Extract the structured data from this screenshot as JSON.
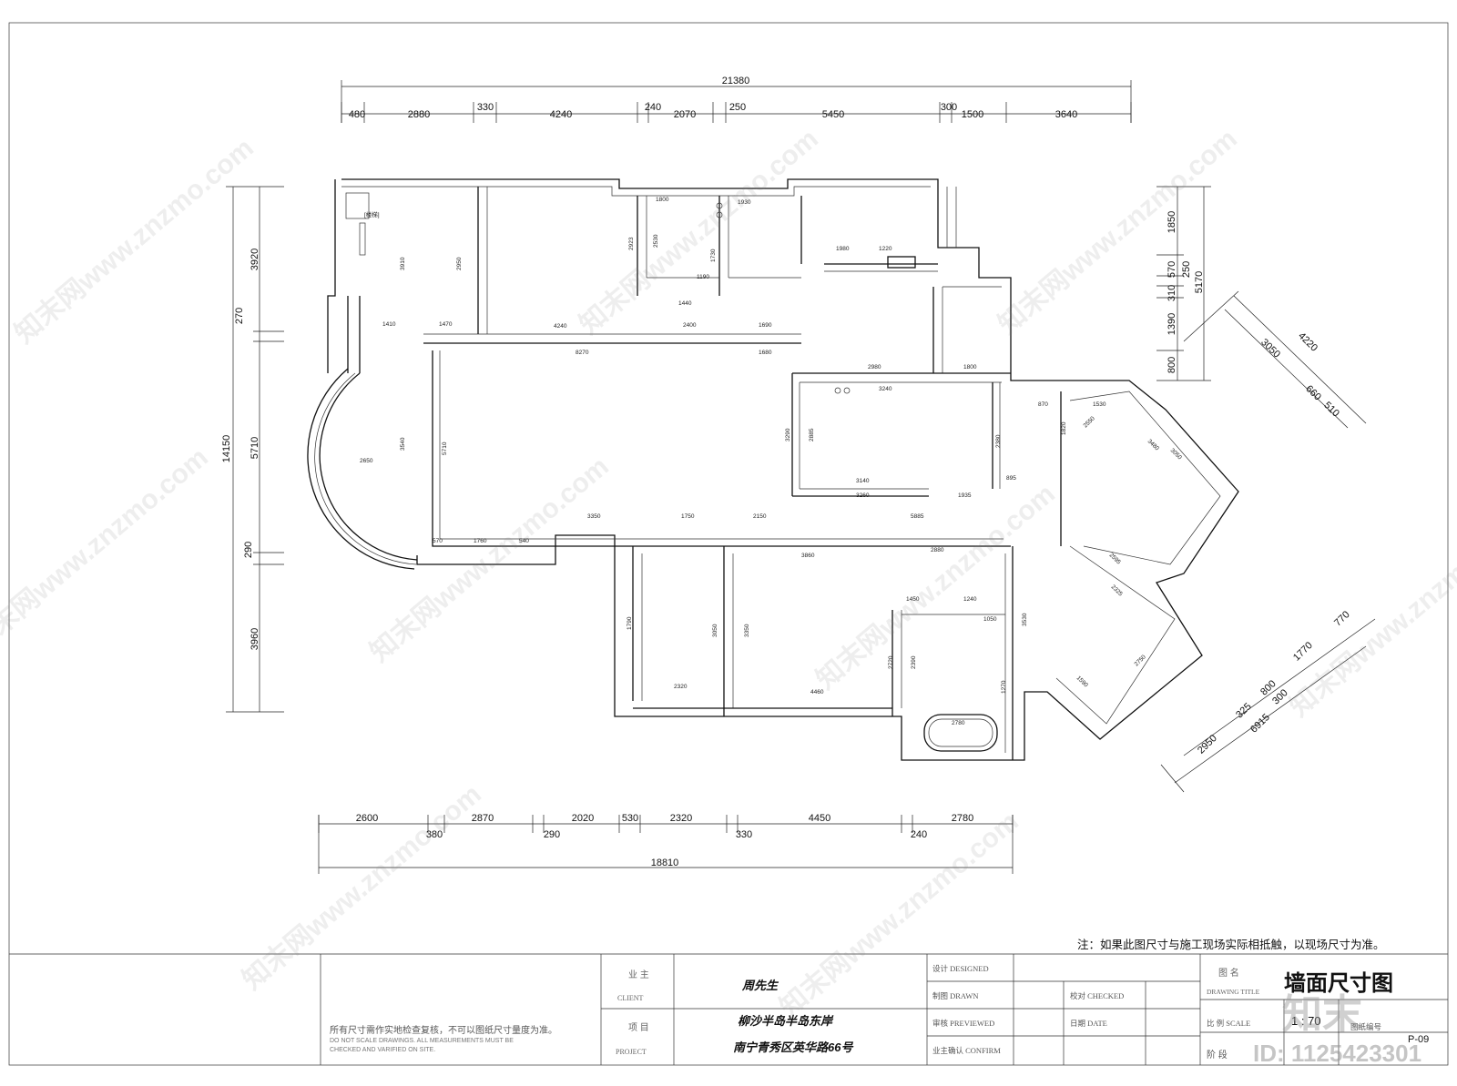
{
  "plan": {
    "top_total": "21380",
    "top_segments": [
      "480",
      "2880",
      "330",
      "4240",
      "240",
      "2070",
      "250",
      "5450",
      "300",
      "1500",
      "3640"
    ],
    "bottom_total": "18810",
    "bottom_segments_upper": [
      "2600",
      "2870",
      "2020",
      "530",
      "2320",
      "4450",
      "2780"
    ],
    "bottom_segments_lower": [
      "380",
      "290",
      "330",
      "240"
    ],
    "left_total": "14150",
    "left_segments": [
      "3920",
      "270",
      "5710",
      "290",
      "3960"
    ],
    "right_total": "5170",
    "right_segments": [
      "1850",
      "570",
      "250",
      "310",
      "1390",
      "800"
    ],
    "diag_upper": [
      "3050",
      "4220",
      "660",
      "510"
    ],
    "diag_lower": [
      "770",
      "1770",
      "800",
      "300",
      "325",
      "2950",
      "6915"
    ],
    "room_dims": [
      "1800",
      "1930",
      "1980",
      "1220",
      "2923",
      "2530",
      "1730",
      "1190",
      "1440",
      "2400",
      "1690",
      "1680",
      "8270",
      "4240",
      "1410",
      "1470",
      "2950",
      "3910",
      "2650",
      "3540",
      "5710",
      "3350",
      "1750",
      "2150",
      "5885",
      "1760",
      "570",
      "540",
      "2980",
      "1800",
      "3240",
      "3140",
      "3260",
      "1935",
      "895",
      "3290",
      "2885",
      "2380",
      "870",
      "1530",
      "3480",
      "3050",
      "2550",
      "1820",
      "3860",
      "2880",
      "1450",
      "1240",
      "1050",
      "2720",
      "2390",
      "2320",
      "4460",
      "3050",
      "3350",
      "1790",
      "2780",
      "2595",
      "2325",
      "2750",
      "1590",
      "3530",
      "1270"
    ],
    "stair_label": "[楼梯]"
  },
  "title_block": {
    "note": "注：如果此图尺寸与施工现场实际相抵触，以现场尺寸为准。",
    "left_note_cn": "所有尺寸需作实地检查复核，不可以图纸尺寸量度为准。",
    "left_note_en1": "DO NOT SCALE DRAWINGS. ALL MEASUREMENTS MUST BE",
    "left_note_en2": "CHECKED AND VARIFIED ON SITE.",
    "client_cn": "业 主",
    "client_en": "CLIENT",
    "client_value": "周先生",
    "project_cn": "项 目",
    "project_en": "PROJECT",
    "project_value_1": "柳沙半岛半岛东岸",
    "project_value_2": "南宁青秀区英华路66号",
    "designed": "设计 DESIGNED",
    "drawn": "制图 DRAWN",
    "checked": "校对 CHECKED",
    "reviewed": "审核 PREVIEWED",
    "date": "日期 DATE",
    "confirm": "业主确认 CONFIRM",
    "name_cn": "图 名",
    "drawing_title_en": "DRAWING TITLE",
    "drawing_title": "墙面尺寸图",
    "scale_label": "比 例 SCALE",
    "scale_value": "1 : 70",
    "drawing_no_label": "图纸编号",
    "stage_label": "阶 段",
    "drawing_no": "P-09"
  },
  "watermark": {
    "text": "知末网www.znzmo.com",
    "logo": "知末",
    "id": "ID: 1125423301"
  }
}
